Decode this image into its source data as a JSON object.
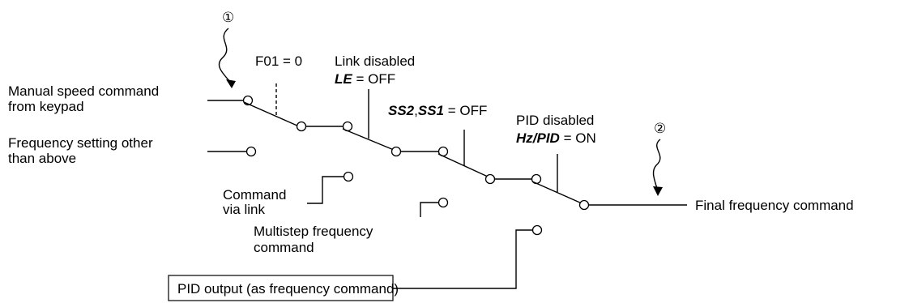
{
  "markers": {
    "m1": "①",
    "m2": "②"
  },
  "labels": {
    "f01": "F01 = 0",
    "link_disabled": "Link disabled",
    "le_sig": "LE",
    "le_rest": " = OFF",
    "ss_sig1": "SS2",
    "ss_comma": ",",
    "ss_sig2": "SS1",
    "ss_rest": " = OFF",
    "pid_disabled": "PID disabled",
    "hzpid_sig": "Hz/PID",
    "hzpid_rest": " = ON"
  },
  "inputs": {
    "manual_1": "Manual speed command",
    "manual_2": "from keypad",
    "freq_1": "Frequency setting other",
    "freq_2": "than above",
    "link_1": "Command",
    "link_2": "via link",
    "multistep_1": "Multistep frequency",
    "multistep_2": "command",
    "pid_output": "PID output (as frequency command)"
  },
  "output": {
    "final": "Final frequency command"
  }
}
